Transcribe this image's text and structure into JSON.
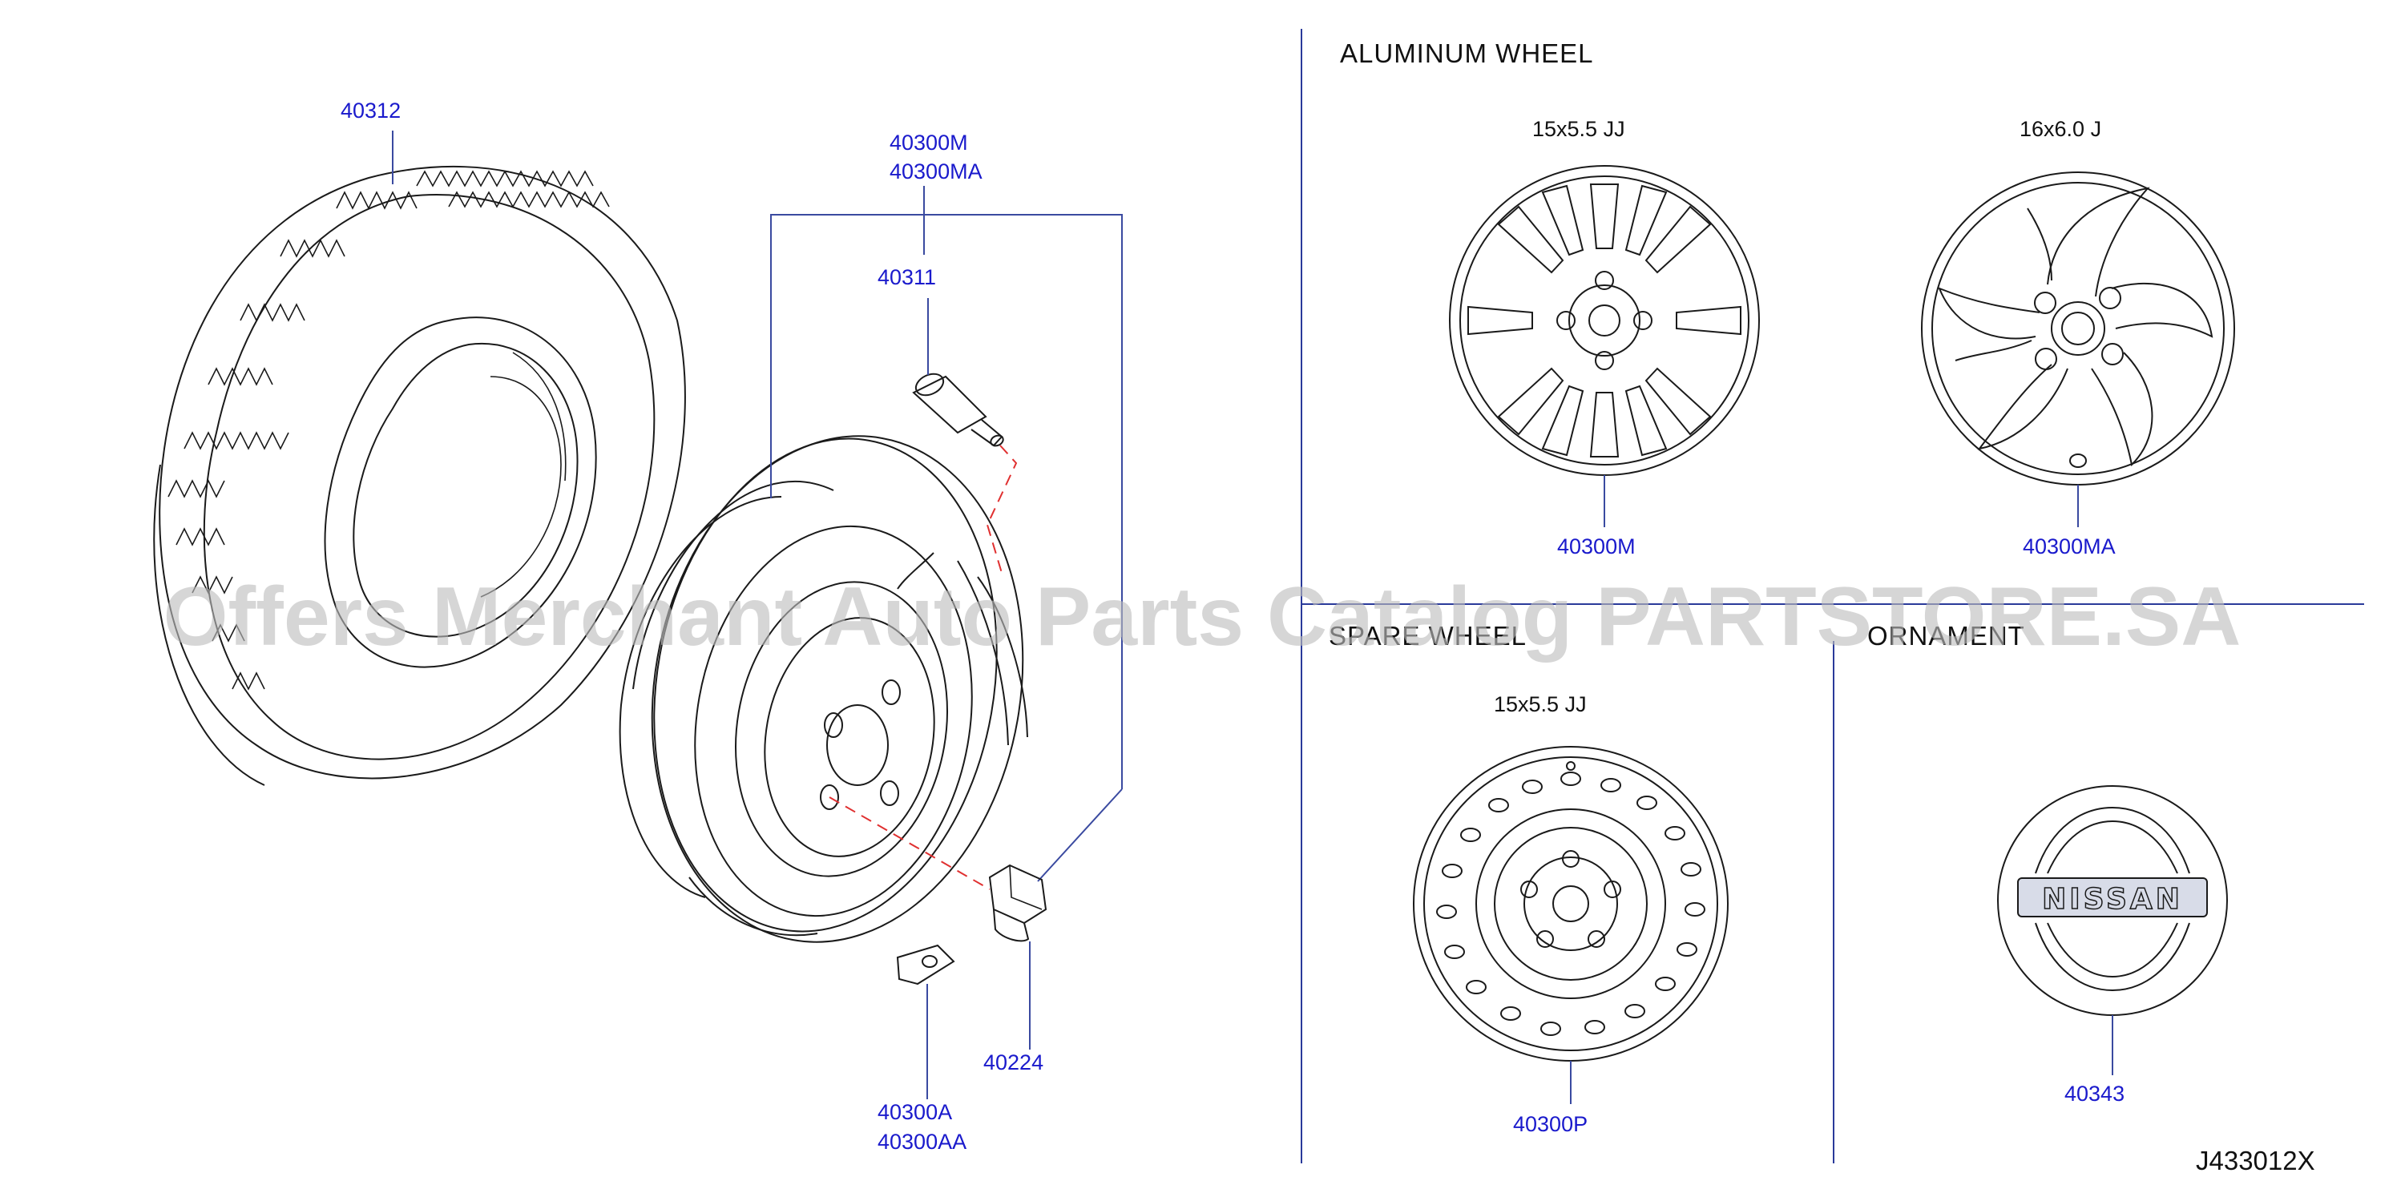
{
  "sections": {
    "aluminum_wheel": "ALUMINUM   WHEEL",
    "spare_wheel": "SPARE  WHEEL",
    "ornament": "ORNAMENT"
  },
  "sizes": {
    "alu_left": "15x5.5   JJ",
    "alu_right": "16x6.0   J",
    "spare": "15x5.5   JJ"
  },
  "parts": {
    "tire": "40312",
    "wheel_assy": [
      "40300M",
      "40300MA"
    ],
    "valve": "40311",
    "balance_weight": [
      "40300A",
      "40300AA"
    ],
    "nut": "40224",
    "alu_wheel_m": "40300M",
    "alu_wheel_ma": "40300MA",
    "spare_wheel": "40300P",
    "ornament": "40343"
  },
  "ornament_text": "NISSAN",
  "diagram_code": "J433012X",
  "watermark": "Offers Merchant Auto Parts Catalog PARTSTORE.SA",
  "colors": {
    "label": "#1a1acc",
    "line": "#1a1a1a",
    "guide": "#e03030",
    "watermark": "#bdbdbd"
  }
}
